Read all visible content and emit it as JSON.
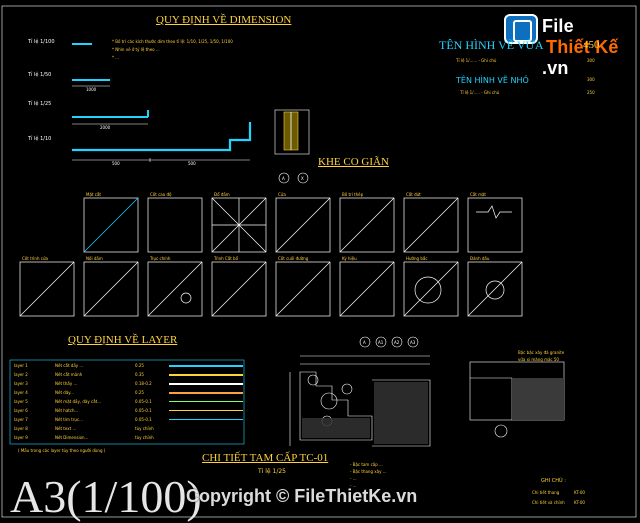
{
  "app": {
    "site_logo": {
      "word1": "File",
      "word2": "Thiết Kế",
      "word3": ".vn"
    },
    "big_scale": "A3(1/100)",
    "copyright": "Copyright © FileThietKe.vn"
  },
  "dimension_section": {
    "title": "QUY ĐỊNH VỀ DIMENSION",
    "scale_labels": [
      "Tỉ lệ 1/100",
      "Tỉ lệ 1/50",
      "Tỉ lệ 1/25",
      "Tỉ lệ 1/10"
    ],
    "notes": [
      "* Bố trí các kích thước dim theo tỉ lệ: 1/10, 1/25, 1/50, 1/100",
      "* Nhìn vẽ ở tỷ lệ theo ...",
      "* ..."
    ],
    "dim_values": [
      "1000",
      "2000",
      "500",
      "500"
    ]
  },
  "title_sizes": {
    "vua_label": "TÊN HÌNH VẼ VỪA",
    "vua_value": "450",
    "vua_sub_label": "Tỉ lệ 1/...... - Ghi chú",
    "vua_sub_value": "300",
    "nho_label": "TÊN HÌNH VẼ NHỎ",
    "nho_value": "300",
    "nho_sub_label": "Tỉ lệ 1/..... - Ghi chú",
    "nho_sub_value": "250"
  },
  "khe_co_gian": {
    "title": "KHE CO GIÃN",
    "markers": [
      "A",
      "X"
    ]
  },
  "symbols_row1": [
    "Mặt cắt",
    "Cốt cao độ",
    "Đổ đầm",
    "Cửa",
    "Bố trí thép",
    "Cắt đứt",
    "Cắt mặt"
  ],
  "symbols_row2": [
    "Cốt trình cửa",
    "Nối dầm",
    "Trục chính",
    "Trình Cắt bổ",
    "Cốt cuối đường",
    "Ký hiệu",
    "Hướng bắc",
    "Đánh dấu"
  ],
  "layer_section": {
    "title": "QUY ĐỊNH VỀ LAYER",
    "rows": [
      {
        "layer": "layer 1",
        "desc": "Nét cắt dầy ...",
        "w": "0.25"
      },
      {
        "layer": "layer 2",
        "desc": "Nét cắt mảnh",
        "w": "0.35"
      },
      {
        "layer": "layer 3",
        "desc": "Nét thấy ...",
        "w": "0.18-0.2"
      },
      {
        "layer": "layer 4",
        "desc": "Nét dây...",
        "w": "0.25"
      },
      {
        "layer": "layer 5",
        "desc": "Nét mặt dầy, dây cắt...",
        "w": "0.05-0.1"
      },
      {
        "layer": "layer 6",
        "desc": "Nét hatch...",
        "w": "0.05-0.1"
      },
      {
        "layer": "layer 7",
        "desc": "Nét tim trục...",
        "w": "0.05-0.1"
      },
      {
        "layer": "layer 8",
        "desc": "Nét text ...",
        "w": "tùy chỉnh"
      },
      {
        "layer": "layer 9",
        "desc": "Nét Dimension...",
        "w": "tùy chỉnh"
      }
    ],
    "note": "( Mầu trong các layer tùy theo người dùng )"
  },
  "detail": {
    "title": "CHI TIẾT TAM CẤP TC-01",
    "scale": "Tỉ lệ 1/25",
    "markers": [
      "A",
      "A1",
      "A2",
      "A3"
    ],
    "notes_right": [
      "Bậc bậc xây đá granite",
      "vữa xi măng mác 50"
    ],
    "legend_lines": [
      "- Bậc tam cấp ...",
      "- Bậc thang xây ...",
      "- ...",
      "- ...",
      "- ..."
    ]
  },
  "ghi_chu": {
    "title": "GHI CHÚ :",
    "line1": "Chi tiết thang",
    "val1": "KT-00",
    "line2": "Chi tiết và chỉnh",
    "val2": "KT-00"
  },
  "colors": {
    "yellow": "#ffd23a",
    "cyan": "#21d3ff",
    "white": "#ffffff",
    "green": "#7dff6a",
    "orange": "#ff9f43"
  }
}
